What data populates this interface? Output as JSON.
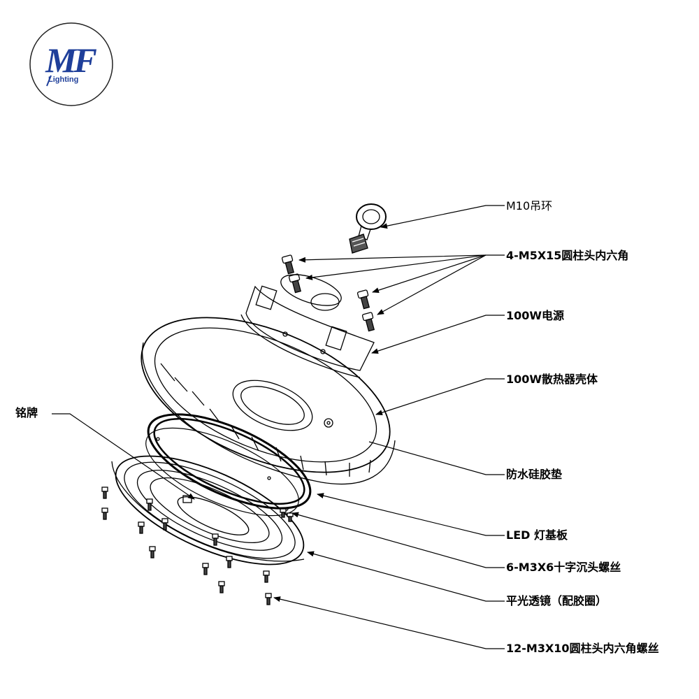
{
  "logo": {
    "text": "MF",
    "subtext": "Lighting",
    "color": "#1f3f9a",
    "ring_color": "#222222"
  },
  "labels": {
    "eye_bolt": "M10吊环",
    "screws_m5": "4-M5X15圆柱头内六角",
    "driver": "100W电源",
    "heatsink": "100W散热器壳体",
    "nameplate": "铭牌",
    "gasket": "防水硅胶垫",
    "led_board": "LED 灯基板",
    "screws_m3x6": "6-M3X6十字沉头螺丝",
    "lens": "平光透镜（配胶圈）",
    "screws_m3x10": "12-M3X10圆柱头内六角螺丝"
  },
  "colors": {
    "line": "#000000",
    "background": "#ffffff"
  }
}
